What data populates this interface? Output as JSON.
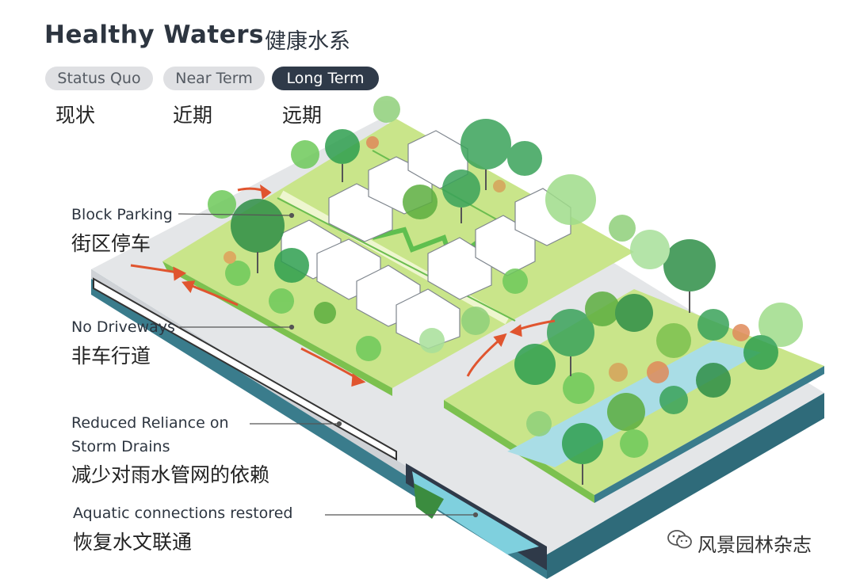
{
  "header": {
    "title": "Healthy Waters",
    "title_cn": "健康水系"
  },
  "tabs": [
    {
      "label": "Status Quo",
      "label_cn": "现状",
      "active": false
    },
    {
      "label": "Near Term",
      "label_cn": "近期",
      "active": false
    },
    {
      "label": "Long Term",
      "label_cn": "远期",
      "active": true
    }
  ],
  "callouts": [
    {
      "en": "Block Parking",
      "cn": "街区停车"
    },
    {
      "en": "No Driveways",
      "cn": "非车行道"
    },
    {
      "en_line1": "Reduced Reliance on",
      "en_line2": "Storm Drains",
      "cn": "减少对雨水管网的依赖"
    },
    {
      "en": "Aquatic connections restored",
      "cn": "恢复水文联通"
    }
  ],
  "watermark": {
    "text": "风景园林杂志",
    "icon": "wechat-icon"
  },
  "colors": {
    "title": "#2d3540",
    "pill_active": "#2f3a49",
    "pill_inactive": "#dfe0e3",
    "lawn": "#c9e58a",
    "street": "#e4e6e8",
    "arrow": "#e0552f",
    "tree_green": "#3aa35a",
    "water": "#7fd0de",
    "base": "#3a7c8c"
  }
}
